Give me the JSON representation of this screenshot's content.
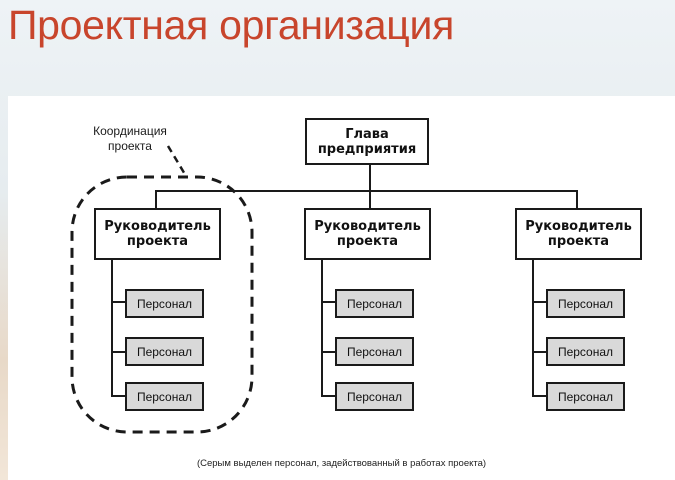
{
  "slide": {
    "title": "Проектная организация"
  },
  "diagram": {
    "head": "Глава\nпредприятия",
    "coordination_label": "Координация\nпроекта",
    "managers": [
      {
        "label": "Руководитель\nпроекта",
        "staff": [
          "Персонал",
          "Персонал",
          "Персонал"
        ]
      },
      {
        "label": "Руководитель\nпроекта",
        "staff": [
          "Персонал",
          "Персонал",
          "Персонал"
        ]
      },
      {
        "label": "Руководитель\nпроекта",
        "staff": [
          "Персонал",
          "Персонал",
          "Персонал"
        ]
      }
    ],
    "caption": "(Серым выделен персонал, задействованный в работах проекта)"
  }
}
